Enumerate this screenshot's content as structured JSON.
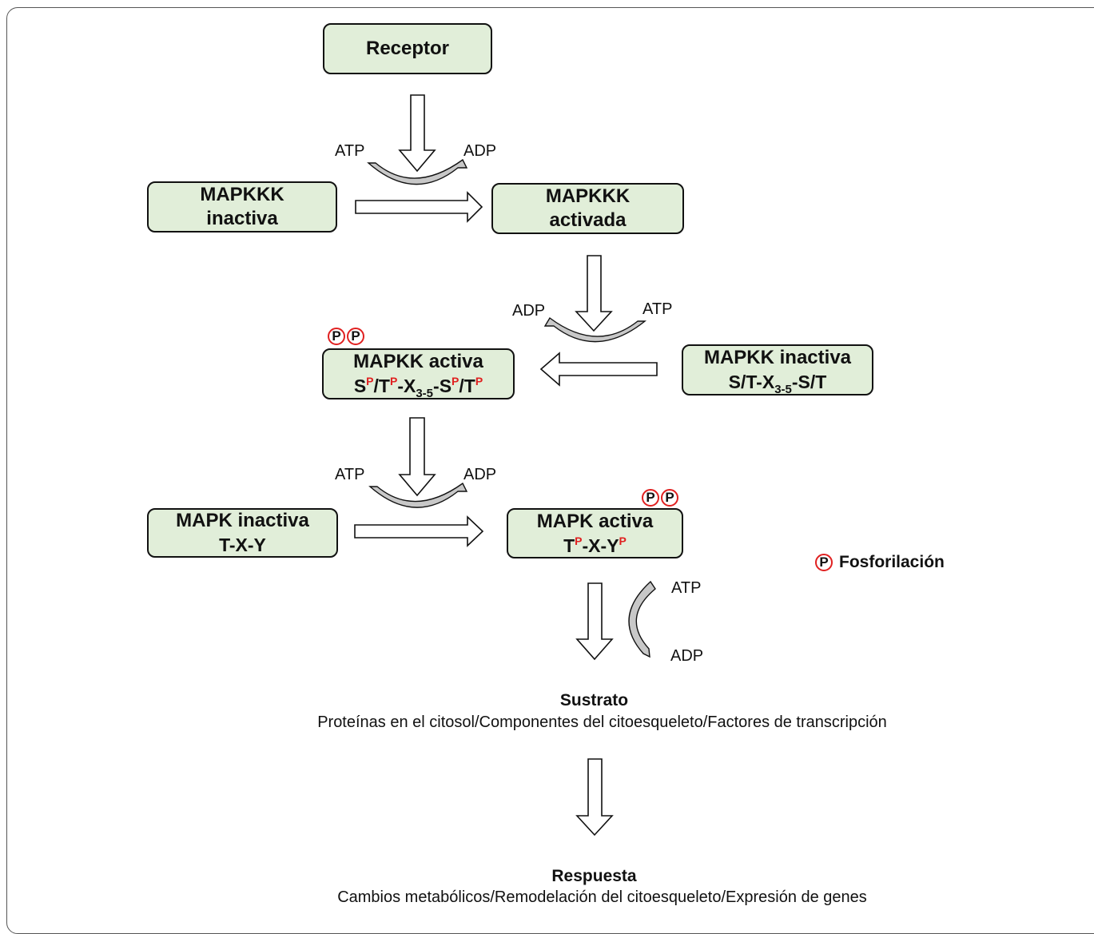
{
  "nodes": {
    "receptor": {
      "line1": "Receptor"
    },
    "mapkkk_inactive": {
      "line1": "MAPKKK",
      "line2": "inactiva"
    },
    "mapkkk_active": {
      "line1": "MAPKKK",
      "line2": "activada"
    },
    "mapkk_active": {
      "line1": "MAPKK activa",
      "motif": {
        "s": "S",
        "t": "T",
        "p": "P",
        "x": "X",
        "range": "3-5"
      }
    },
    "mapkk_inactive": {
      "line1": "MAPKK inactiva",
      "motif": {
        "pre": "S/T-X",
        "range": "3-5",
        "post": "-S/T"
      }
    },
    "mapk_inactive": {
      "line1": "MAPK inactiva",
      "line2": "T-X-Y"
    },
    "mapk_active": {
      "line1": "MAPK activa",
      "motif": {
        "t": "T",
        "x": "-X-",
        "y": "Y",
        "p": "P"
      }
    }
  },
  "labels": {
    "atp": "ATP",
    "adp": "ADP",
    "phospho": "P"
  },
  "legend": {
    "symbol": "P",
    "text": "Fosforilación"
  },
  "outputs": {
    "substrate": {
      "title": "Sustrato",
      "desc": "Proteínas en el citosol/Componentes del citoesqueleto/Factores de transcripción"
    },
    "response": {
      "title": "Respuesta",
      "desc": "Cambios metabólicos/Remodelación del citoesqueleto/Expresión de genes"
    }
  },
  "colors": {
    "box_fill": "#e1eed9",
    "phospho_ring": "#e02020",
    "arc_fill": "#c8c8c8"
  }
}
